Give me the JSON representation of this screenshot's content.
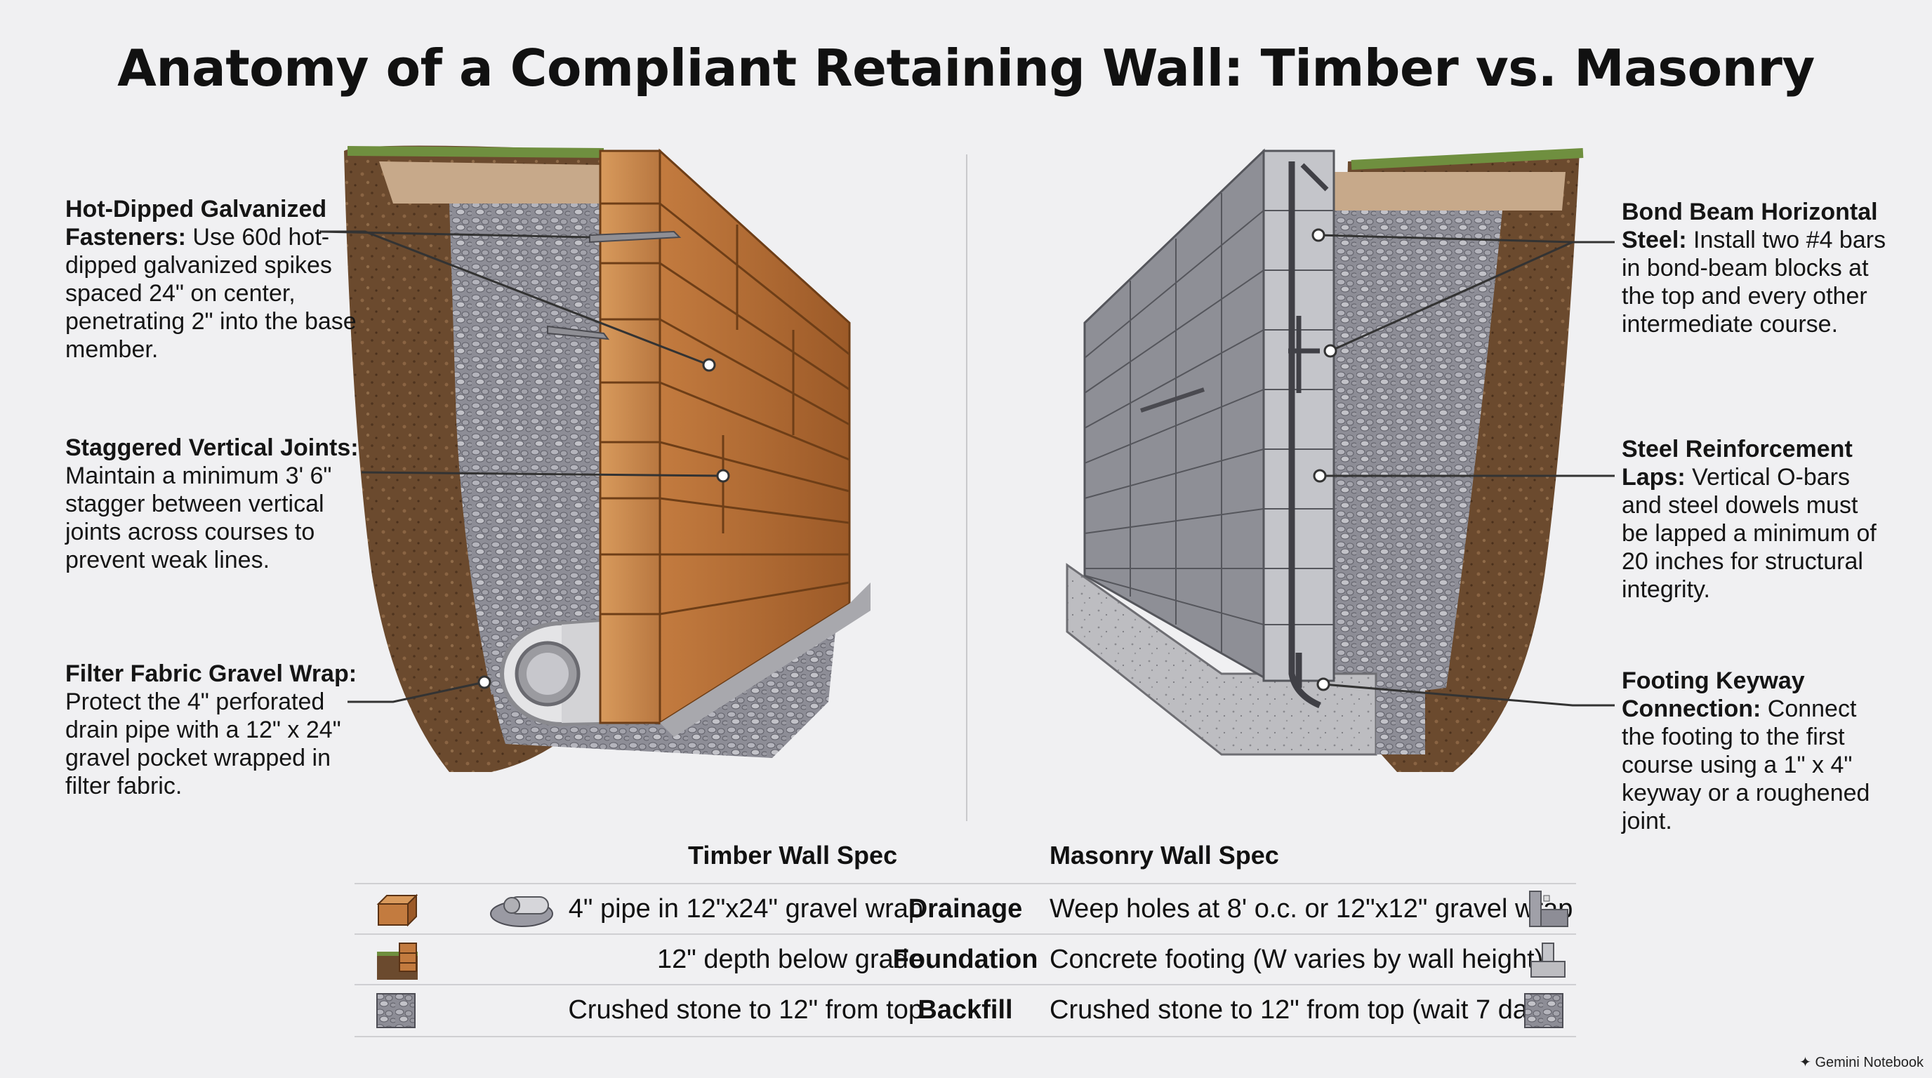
{
  "title": "Anatomy of a Compliant Retaining Wall: Timber vs. Masonry",
  "left_callouts": [
    {
      "heading": "Hot-Dipped Galvanized Fasteners:",
      "body": "Use 60d hot-dipped galvanized spikes spaced 24\" on center, penetrating 2\" into the base member."
    },
    {
      "heading": "Staggered Vertical Joints:",
      "body": "Maintain a minimum 3' 6\" stagger between vertical joints across courses to prevent weak lines."
    },
    {
      "heading": "Filter Fabric Gravel Wrap:",
      "body": "Protect the 4\" perforated drain pipe with a 12\" x 24\" gravel pocket wrapped in filter fabric."
    }
  ],
  "right_callouts": [
    {
      "heading": "Bond Beam Horizontal Steel:",
      "body": "Install two #4 bars in bond-beam blocks at the top and every other intermediate course."
    },
    {
      "heading": "Steel Reinforcement Laps:",
      "body": "Vertical O-bars and steel dowels must be lapped a minimum of 20 inches for structural integrity."
    },
    {
      "heading": "Footing Keyway Connection:",
      "body": "Connect the footing to the first course using a 1\" x 4\" keyway or a roughened joint."
    }
  ],
  "table": {
    "timber_header": "Timber Wall Spec",
    "masonry_header": "Masonry Wall Spec",
    "rows": [
      {
        "category": "Drainage",
        "timber": "4\" pipe in 12\"x24\" gravel wrap",
        "masonry": "Weep holes at 8' o.c. or 12\"x12\" gravel wrap"
      },
      {
        "category": "Foundation",
        "timber": "12\" depth below grade",
        "masonry": "Concrete footing (W varies by wall height)"
      },
      {
        "category": "Backfill",
        "timber": "Crushed stone to 12\" from top",
        "masonry": "Crushed stone to 12\" from top (wait 7 days)"
      }
    ]
  },
  "branding": "Gemini Notebook",
  "colors": {
    "timber": "#b36a33",
    "soil": "#6b4a2e",
    "gravel": "#9a9aa3",
    "concrete": "#a9a9ad",
    "grass": "#6f8f3f"
  }
}
